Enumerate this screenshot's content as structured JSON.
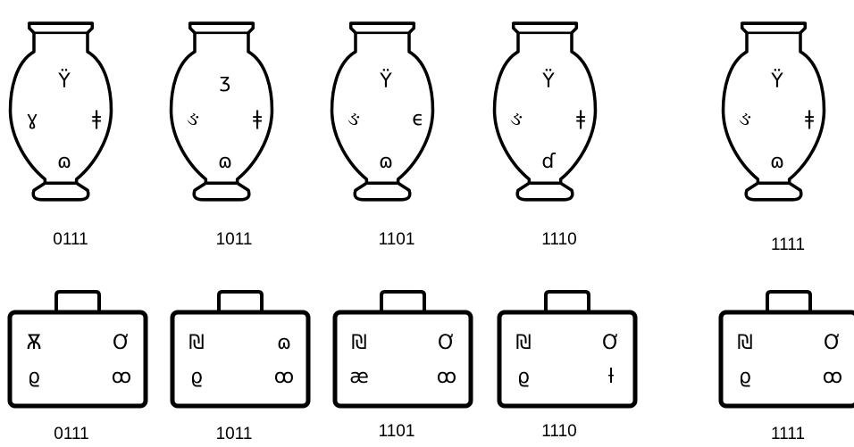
{
  "vases": [
    {
      "code": "0111",
      "top": "Ϋ",
      "left": "ɣ",
      "right": "ǂ",
      "bottom": "ɷ"
    },
    {
      "code": "1011",
      "top": "ʒ",
      "left": "ઙ",
      "right": "ǂ",
      "bottom": "ɷ"
    },
    {
      "code": "1101",
      "top": "Ϋ",
      "left": "ઙ",
      "right": "ϵ",
      "bottom": "ɷ"
    },
    {
      "code": "1110",
      "top": "Ϋ",
      "left": "ઙ",
      "right": "ǂ",
      "bottom": "ɗ"
    },
    {
      "code": "1111",
      "top": "Ϋ",
      "left": "ઙ",
      "right": "ǂ",
      "bottom": "ɷ"
    }
  ],
  "cases": [
    {
      "code": "0111",
      "tl": "Ѫ",
      "tr": "Ơ",
      "bl": "ϱ",
      "br": "ꝏ"
    },
    {
      "code": "1011",
      "tl": "₪",
      "tr": "ɷ",
      "bl": "ϱ",
      "br": "ꝏ"
    },
    {
      "code": "1101",
      "tl": "₪",
      "tr": "Ơ",
      "bl": "æ",
      "br": "ꝏ"
    },
    {
      "code": "1110",
      "tl": "₪",
      "tr": "Ơ",
      "bl": "ϱ",
      "br": "ƚ"
    },
    {
      "code": "1111",
      "tl": "₪",
      "tr": "Ơ",
      "bl": "ϱ",
      "br": "ꝏ"
    }
  ]
}
